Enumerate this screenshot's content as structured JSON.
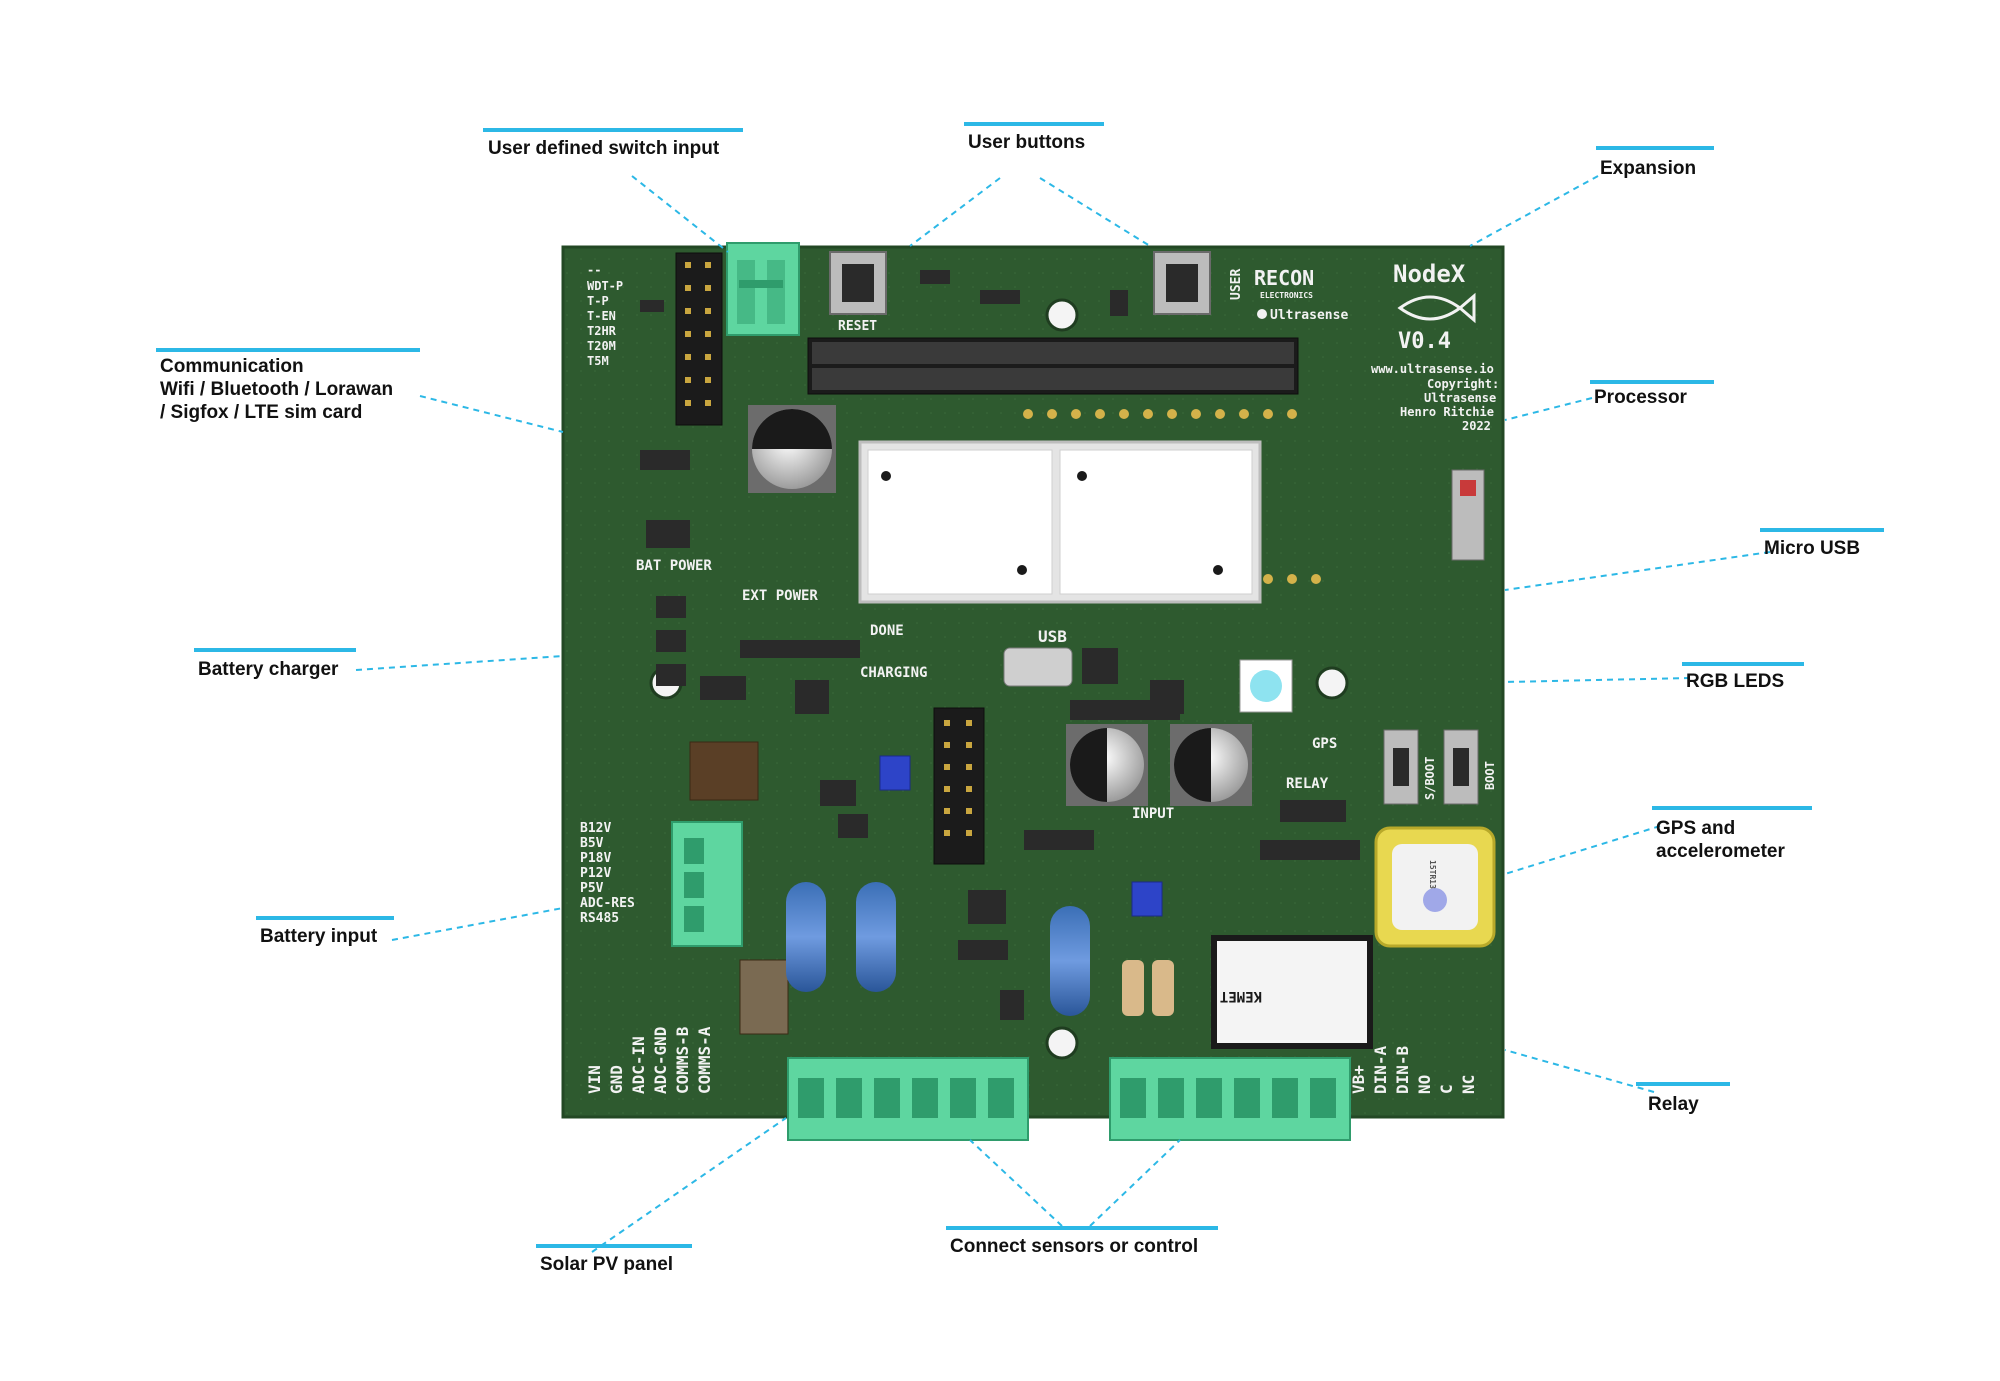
{
  "callouts": {
    "user_switch": "User defined switch input",
    "user_buttons": "User buttons",
    "expansion": "Expansion",
    "communication": [
      "Communication",
      "Wifi / Bluetooth / Lorawan",
      "/ Sigfox / LTE sim card"
    ],
    "processor": "Processor",
    "micro_usb": "Micro USB",
    "battery_charger": "Battery charger",
    "rgb_leds": "RGB LEDS",
    "gps": [
      "GPS and",
      "accelerometer"
    ],
    "battery_input": "Battery input",
    "relay": "Relay",
    "solar": "Solar PV panel",
    "sensors": "Connect sensors or control"
  },
  "board": {
    "title": "NodeX",
    "version": "V0.4",
    "website": "www.ultrasense.io",
    "copyright": [
      "Copyright:",
      "Ultrasense",
      "Henro Ritchie",
      "2022"
    ],
    "brand_recon": "RECON",
    "brand_recon_sub": "ELECTRONICS",
    "brand_ultrasense": "Ultrasense",
    "left_header_labels": [
      "--",
      "WDT-P",
      "T-P",
      "T-EN",
      "T2HR",
      "T20M",
      "T5M"
    ],
    "power_select_labels": [
      "B12V",
      "B5V",
      "P18V",
      "P12V",
      "P5V",
      "ADC-RES",
      "RS485"
    ],
    "bottom_left_labels": [
      "VIN",
      "GND",
      "ADC-IN",
      "ADC-GND",
      "COMMS-B",
      "COMMS-A"
    ],
    "bottom_right_labels": [
      "VB+",
      "DIN-A",
      "DIN-B",
      "NO",
      "C",
      "NC"
    ],
    "silk": {
      "reset": "RESET",
      "user": "USER",
      "bat_power": "BAT POWER",
      "ext_power": "EXT POWER",
      "done": "DONE",
      "charging": "CHARGING",
      "usb": "USB",
      "input": "INPUT",
      "relay": "RELAY",
      "gps": "GPS",
      "sboot": "S/BOOT",
      "boot": "BOOT",
      "kemet": "KEMET",
      "gps_module": "15TR13"
    }
  },
  "colors": {
    "pcb": "#2e5a2f",
    "pcb_edge": "#234824",
    "connector": "#5ed6a0",
    "leader": "#2cb8e6"
  }
}
